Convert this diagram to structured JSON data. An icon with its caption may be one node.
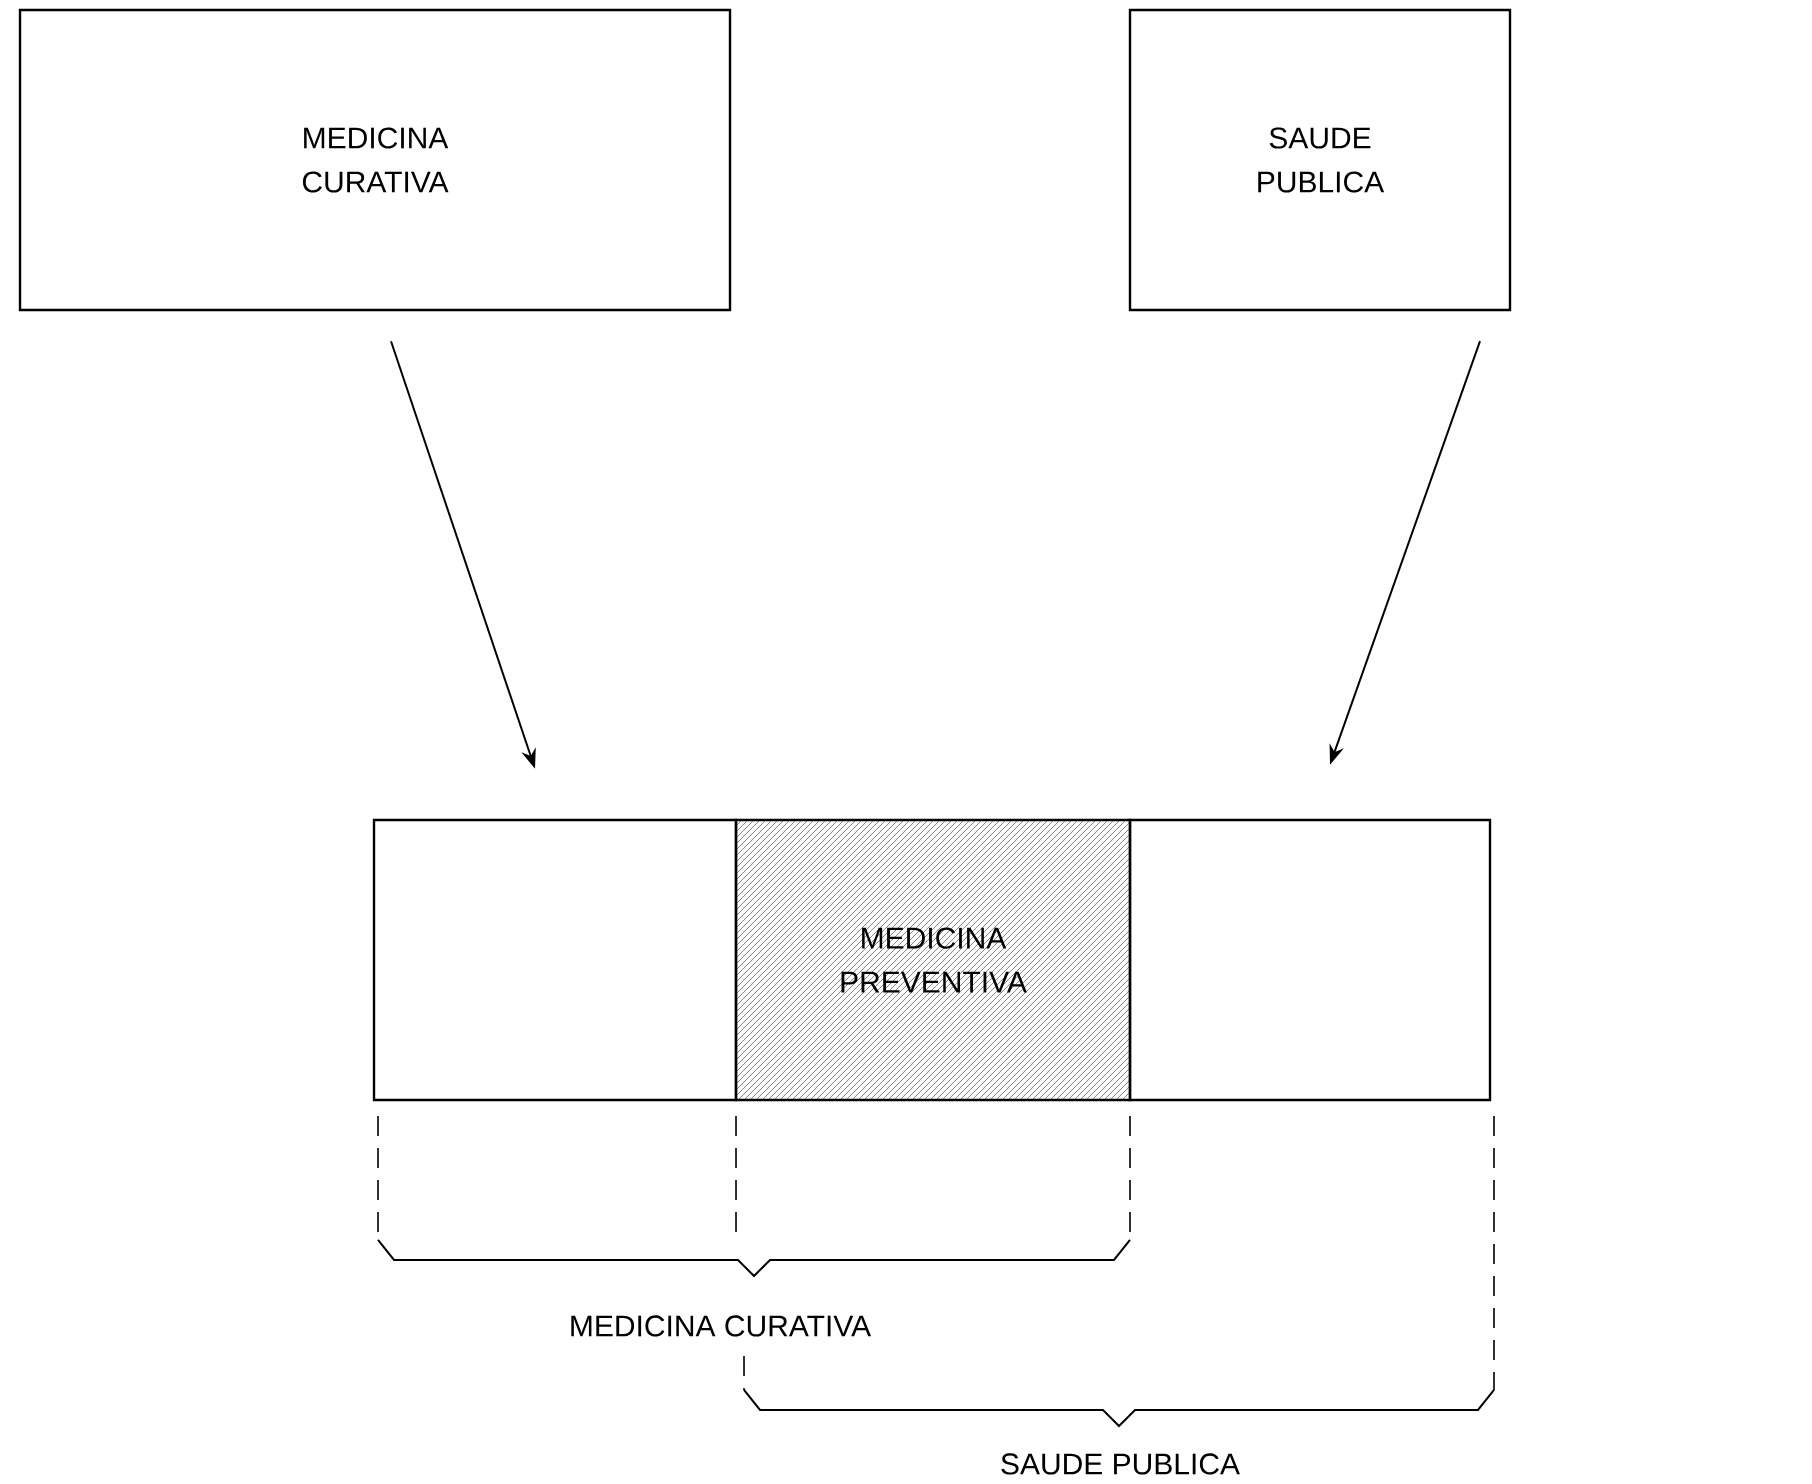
{
  "diagram": {
    "nodes": [
      {
        "text": [
          "MEDICINA CURATIVA"
        ]
      },
      {
        "text": [
          "SAUDE PUBLICA"
        ]
      },
      {
        "text": [],
        "shape": "box"
      },
      {
        "text": [
          "MEDICINA PREVENTIVA"
        ]
      },
      {
        "text": [],
        "shape": "box"
      }
    ],
    "edges": [
      {
        "from": 0,
        "to": 2,
        "arrow": "to"
      },
      {
        "from": 1,
        "to": 4,
        "arrow": "to"
      }
    ],
    "labels": [
      "MEDICINA CURATIVA",
      "SAUDE PUBLICA"
    ]
  }
}
